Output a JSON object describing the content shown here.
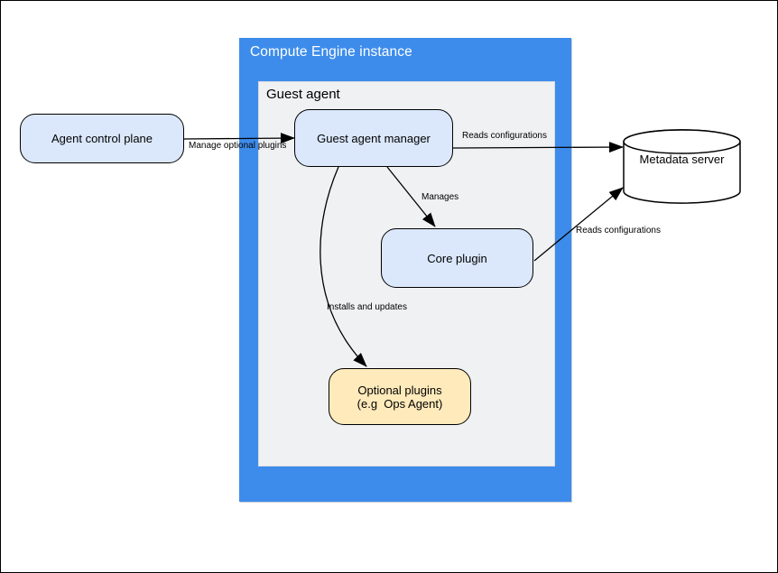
{
  "diagram": {
    "type": "architecture-diagram",
    "colors": {
      "container_blue": "#3D8CEB",
      "container_gray": "#F0F1F3",
      "node_blue_fill": "#DBE8FC",
      "node_yellow_fill": "#FFEABB",
      "cylinder_fill": "#FFFFFF",
      "line_color": "#000000",
      "container_title_color": "#FFFFFF"
    },
    "containers": {
      "compute_engine_instance": {
        "label": "Compute Engine instance"
      },
      "guest_agent": {
        "label": "Guest agent"
      }
    },
    "nodes": {
      "agent_control_plane": {
        "label": "Agent control plane"
      },
      "guest_agent_manager": {
        "label": "Guest agent manager"
      },
      "core_plugin": {
        "label": "Core plugin"
      },
      "optional_plugins": {
        "label_line1": "Optional plugins",
        "label_line2": "(e.g  Ops Agent)"
      },
      "metadata_server": {
        "label": "Metadata server",
        "shape": "database-cylinder"
      }
    },
    "edges": [
      {
        "from": "agent_control_plane",
        "to": "guest_agent_manager",
        "label": "Manage optional plugins"
      },
      {
        "from": "guest_agent_manager",
        "to": "metadata_server",
        "label": "Reads configurations"
      },
      {
        "from": "guest_agent_manager",
        "to": "core_plugin",
        "label": "Manages"
      },
      {
        "from": "core_plugin",
        "to": "metadata_server",
        "label": "Reads configurations"
      },
      {
        "from": "guest_agent_manager",
        "to": "optional_plugins",
        "label": "Installs and updates"
      }
    ]
  }
}
